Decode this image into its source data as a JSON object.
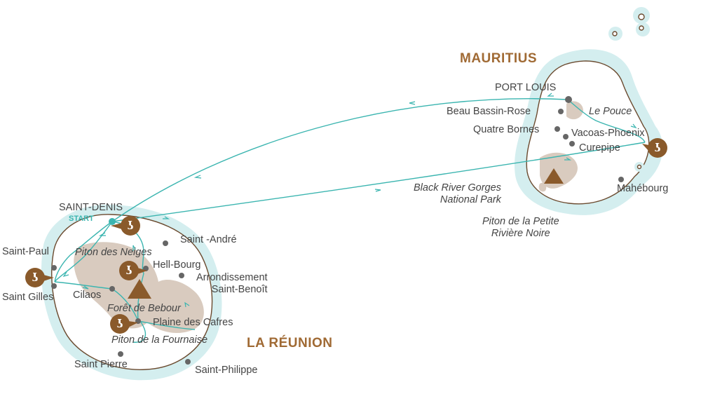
{
  "colors": {
    "sea": "#d4eeef",
    "land": "#ffffff",
    "coast": "#6b4a2f",
    "mountain": "#d9cbbf",
    "route": "#3bb5b0",
    "town": "#666666",
    "badge": "#8a5a2b",
    "country_label": "#a06a34",
    "start_label": "#3bb5b0"
  },
  "countries": {
    "mauritius": "MAURITIUS",
    "reunion": "LA RÉUNION"
  },
  "start_label": "START",
  "mauritius_places": [
    "PORT LOUIS",
    "Beau Bassin-Rose",
    "Le Pouce",
    "Quatre Bornes",
    "Vacoas-Phoenix",
    "Curepipe",
    "Black River Gorges\nNational Park",
    "Mahébourg",
    "Piton de la Petite\nRivière Noire"
  ],
  "reunion_places": [
    "SAINT-DENIS",
    "Saint -André",
    "Saint-Paul",
    "Piton des Neiges",
    "Hell-Bourg",
    "Arrondissement\nSaint-Benoît",
    "Saint Gilles",
    "Cilaos",
    "Forêt de Bebour",
    "Plaine des Cafres",
    "Piton de la Fournaise",
    "Saint Pierre",
    "Saint-Philippe"
  ],
  "icons": [
    "mountain-icon",
    "hotel-pin-icon",
    "town-dot-icon",
    "route-arrow-icon"
  ]
}
